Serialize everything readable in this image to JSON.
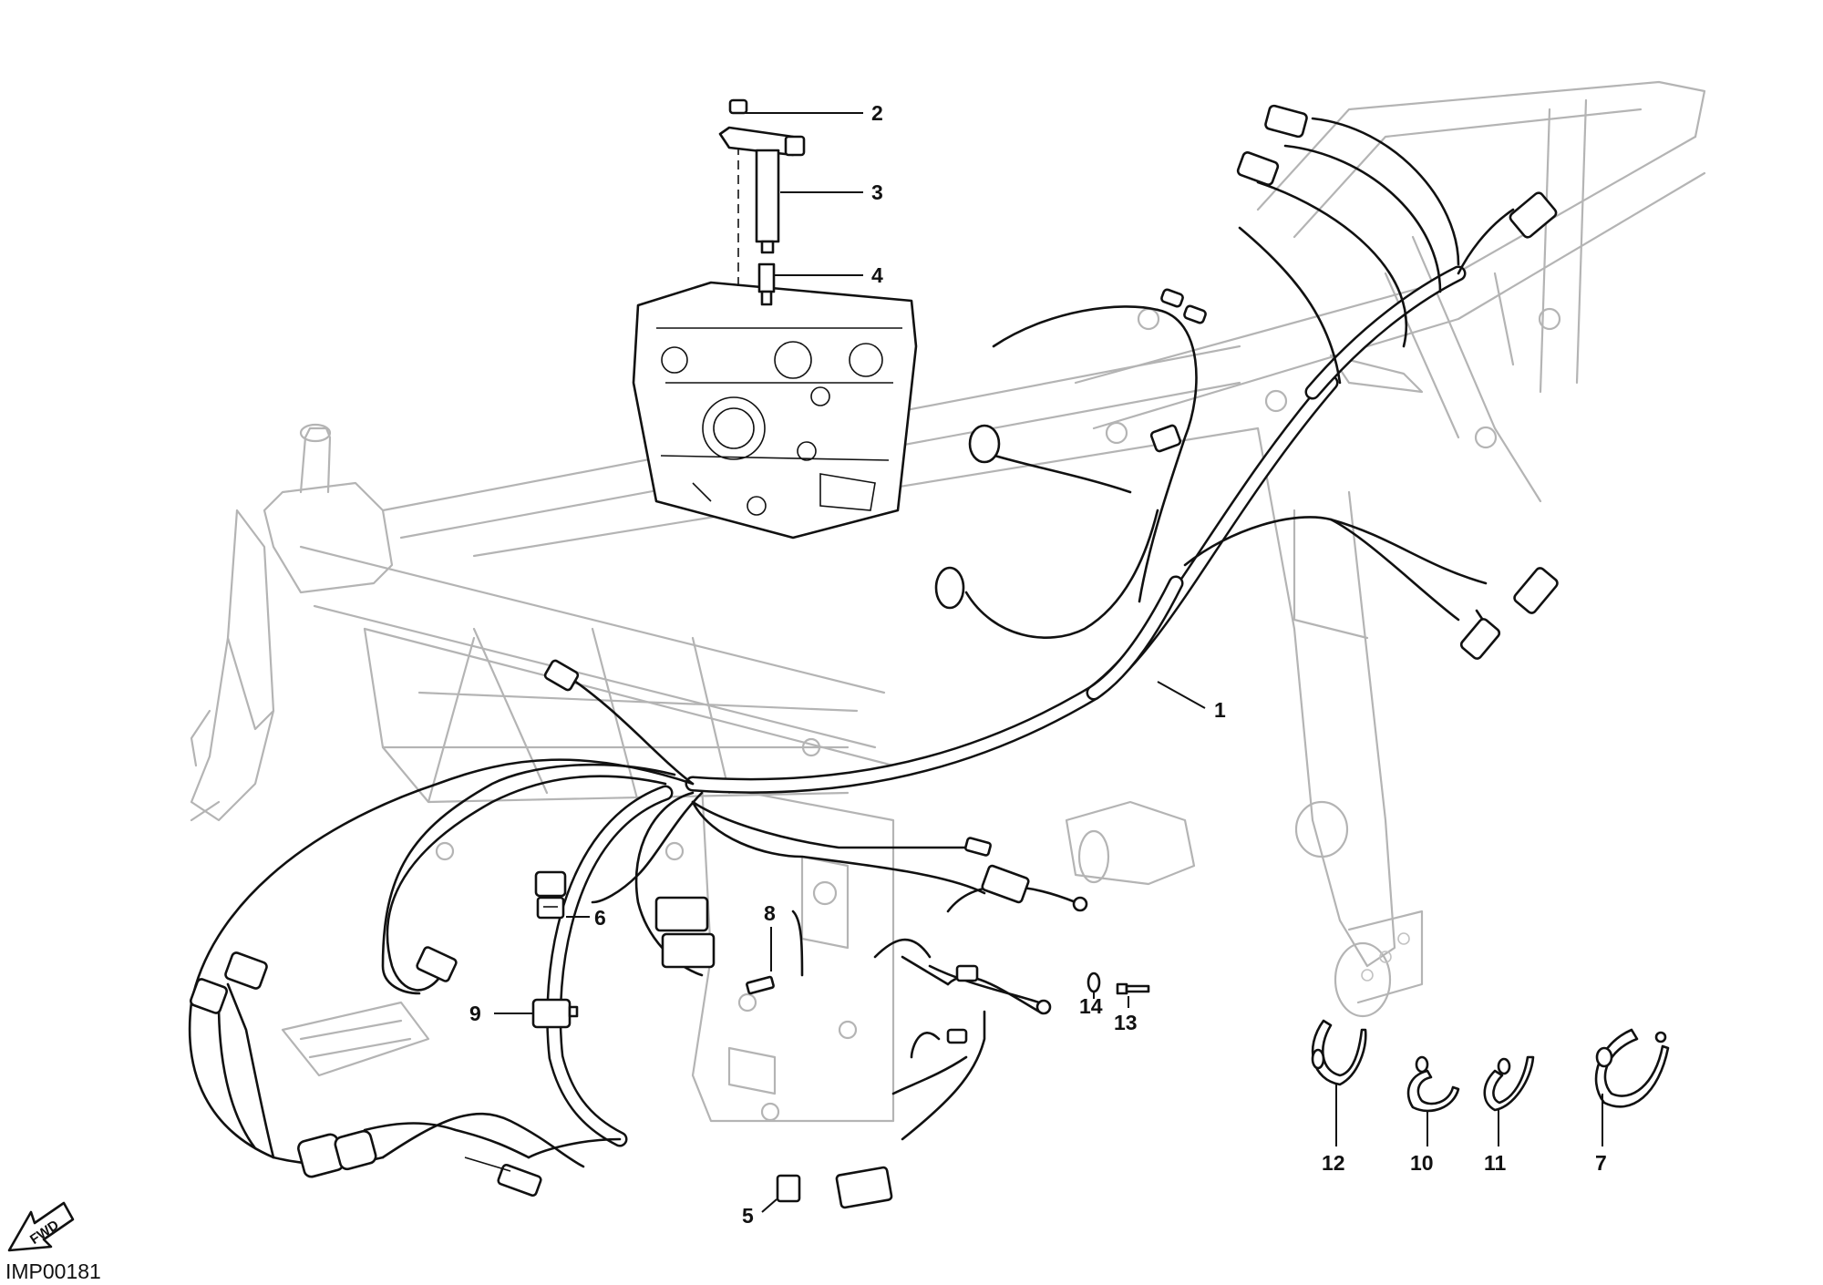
{
  "figure_code": "IMP00181",
  "fwd_label": "FWD",
  "callouts": [
    {
      "id": "c1",
      "label": "1",
      "part": "main-wiring-harness"
    },
    {
      "id": "c2",
      "label": "2",
      "part": "coil-screw"
    },
    {
      "id": "c3",
      "label": "3",
      "part": "ignition-coil"
    },
    {
      "id": "c4",
      "label": "4",
      "part": "spark-plug"
    },
    {
      "id": "c5",
      "label": "5",
      "part": "fuse"
    },
    {
      "id": "c6",
      "label": "6",
      "part": "relay"
    },
    {
      "id": "c7",
      "label": "7",
      "part": "cable-clamp"
    },
    {
      "id": "c8",
      "label": "8",
      "part": "fuse-small"
    },
    {
      "id": "c9",
      "label": "9",
      "part": "relay"
    },
    {
      "id": "c10",
      "label": "10",
      "part": "cable-clamp"
    },
    {
      "id": "c11",
      "label": "11",
      "part": "cable-clamp"
    },
    {
      "id": "c12",
      "label": "12",
      "part": "cable-clamp"
    },
    {
      "id": "c13",
      "label": "13",
      "part": "screw"
    },
    {
      "id": "c14",
      "label": "14",
      "part": "washer"
    }
  ]
}
